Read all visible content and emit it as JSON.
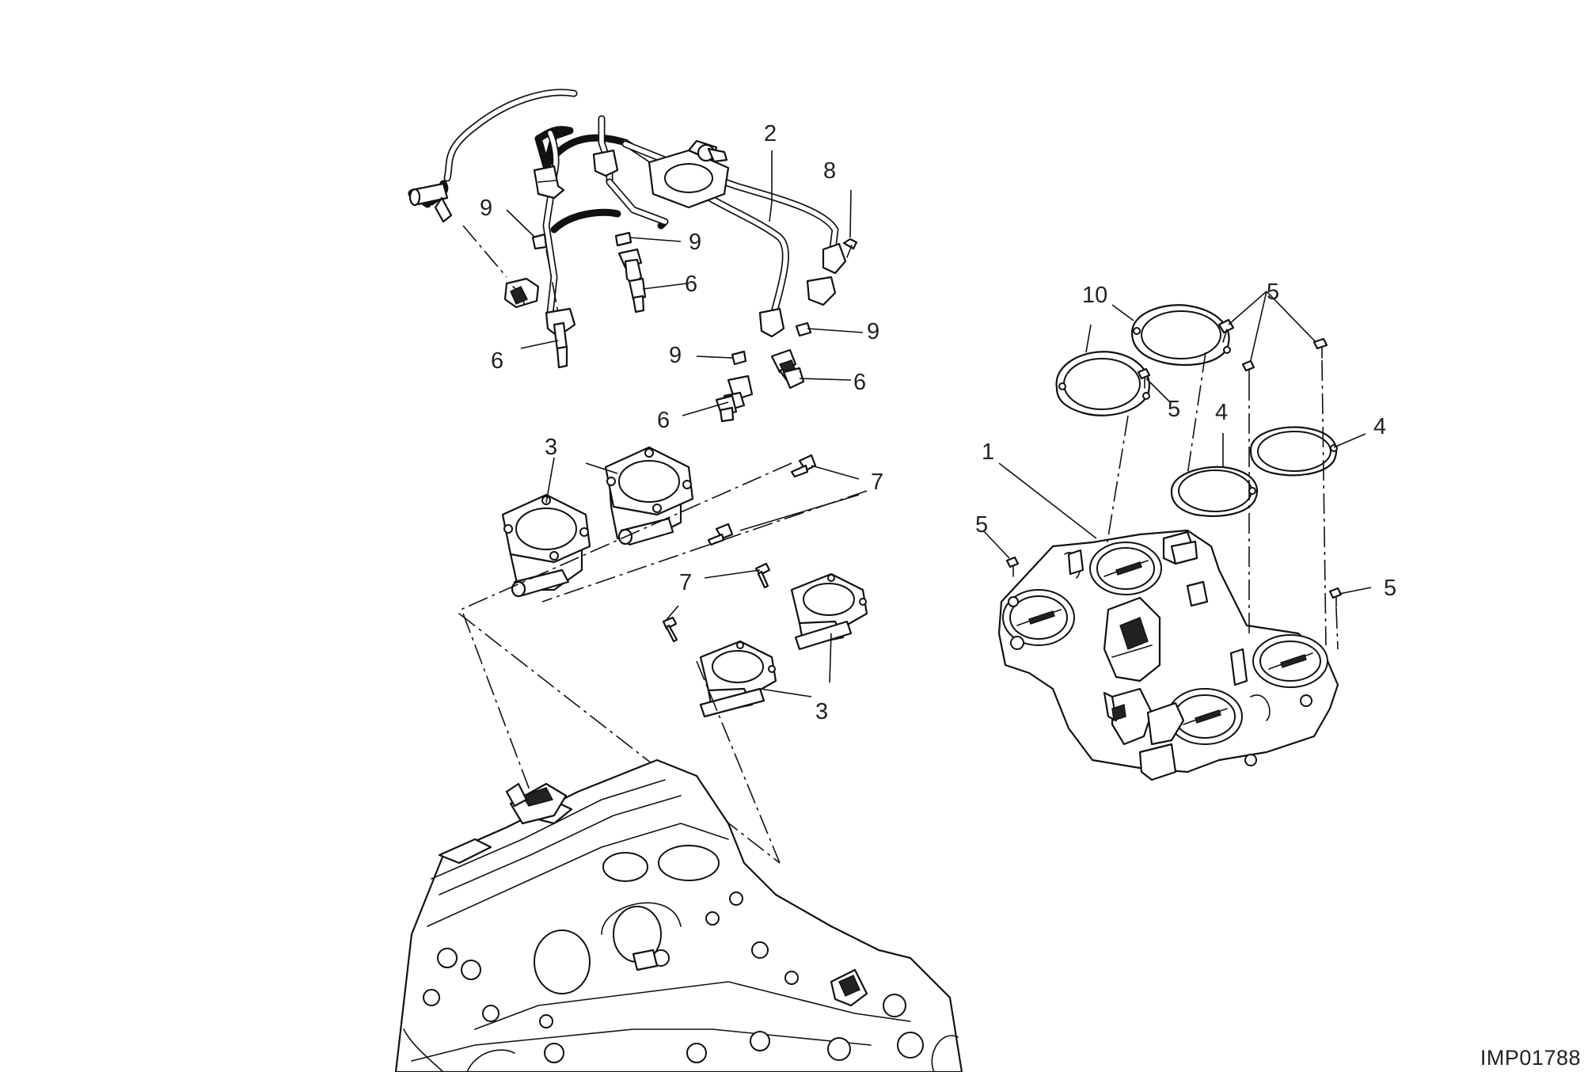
{
  "diagram": {
    "drawing_code": "IMP01788",
    "callouts": [
      {
        "id": "c-2",
        "label": "2"
      },
      {
        "id": "c-8",
        "label": "8"
      },
      {
        "id": "c-9a",
        "label": "9"
      },
      {
        "id": "c-9b",
        "label": "9"
      },
      {
        "id": "c-9c",
        "label": "9"
      },
      {
        "id": "c-9d",
        "label": "9"
      },
      {
        "id": "c-6a",
        "label": "6"
      },
      {
        "id": "c-6b",
        "label": "6"
      },
      {
        "id": "c-6c",
        "label": "6"
      },
      {
        "id": "c-6d",
        "label": "6"
      },
      {
        "id": "c-3a",
        "label": "3"
      },
      {
        "id": "c-3b",
        "label": "3"
      },
      {
        "id": "c-7a",
        "label": "7"
      },
      {
        "id": "c-7b",
        "label": "7"
      },
      {
        "id": "c-10",
        "label": "10"
      },
      {
        "id": "c-5a",
        "label": "5"
      },
      {
        "id": "c-5b",
        "label": "5"
      },
      {
        "id": "c-5c",
        "label": "5"
      },
      {
        "id": "c-5d",
        "label": "5"
      },
      {
        "id": "c-4a",
        "label": "4"
      },
      {
        "id": "c-4b",
        "label": "4"
      },
      {
        "id": "c-1",
        "label": "1"
      }
    ]
  }
}
